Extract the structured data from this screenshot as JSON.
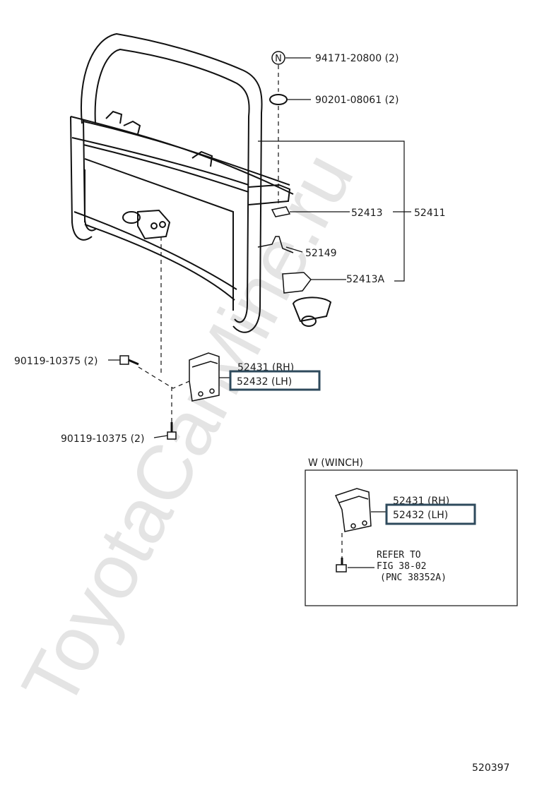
{
  "watermark": "ToyotaCarMine.ru",
  "figure_code": "520397",
  "parts": {
    "nut": {
      "pn": "94171-20800 (2)",
      "badge": "N"
    },
    "washer": {
      "pn": "90201-08061 (2)"
    },
    "bracket_plate": {
      "pn": "52413"
    },
    "assembly": {
      "pn": "52411"
    },
    "bracket_center": {
      "pn": "52149"
    },
    "bracket_plate_a": {
      "pn": "52413A"
    },
    "bolt_side": {
      "pn": "90119-10375 (2)"
    },
    "bolt_bottom": {
      "pn": "90119-10375 (2)"
    },
    "bracket_rh": {
      "pn": "52431 (RH)"
    },
    "bracket_lh": {
      "pn": "52432 (LH)"
    }
  },
  "inset": {
    "title": "W (WINCH)",
    "bracket_rh": "52431 (RH)",
    "bracket_lh": "52432 (LH)",
    "refer_lines": [
      "REFER TO",
      "FIG 38-02",
      "(PNC 38352A)"
    ]
  },
  "highlight_color": "#2e4a5c"
}
